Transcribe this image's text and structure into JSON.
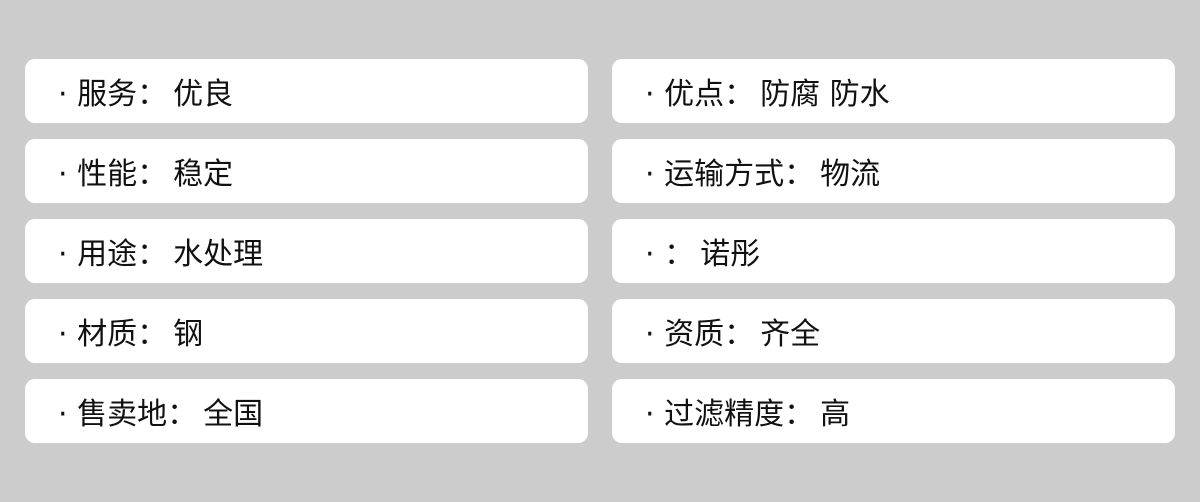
{
  "items": [
    {
      "label": "· 服务：",
      "value": "优良"
    },
    {
      "label": "· 优点：",
      "value": "防腐 防水"
    },
    {
      "label": "· 性能：",
      "value": "稳定"
    },
    {
      "label": "· 运输方式：",
      "value": "物流"
    },
    {
      "label": "· 用途：",
      "value": "水处理"
    },
    {
      "label": "· ：",
      "value": "诺彤"
    },
    {
      "label": "· 材质：",
      "value": "钢"
    },
    {
      "label": "· 资质：",
      "value": "齐全"
    },
    {
      "label": "· 售卖地：",
      "value": "全国"
    },
    {
      "label": "· 过滤精度：",
      "value": "高"
    }
  ]
}
